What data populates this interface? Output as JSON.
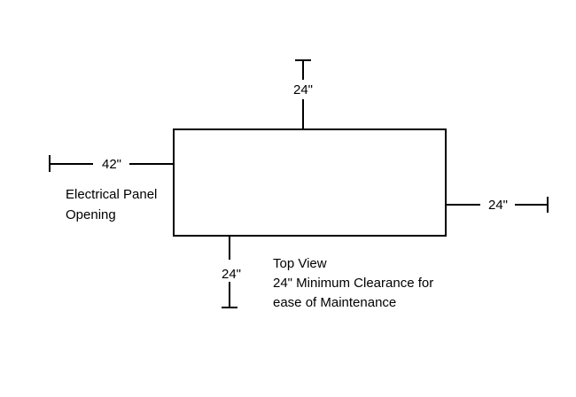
{
  "dimensions": {
    "top": "24\"",
    "left": "42\"",
    "right": "24\"",
    "bottom": "24\""
  },
  "labels": {
    "panel_line1": "Electrical Panel",
    "panel_line2": "Opening",
    "note_line1": "Top View",
    "note_line2": "24\" Minimum Clearance for",
    "note_line3": "ease of Maintenance"
  },
  "colors": {
    "line": "#000000",
    "background": "#ffffff"
  }
}
